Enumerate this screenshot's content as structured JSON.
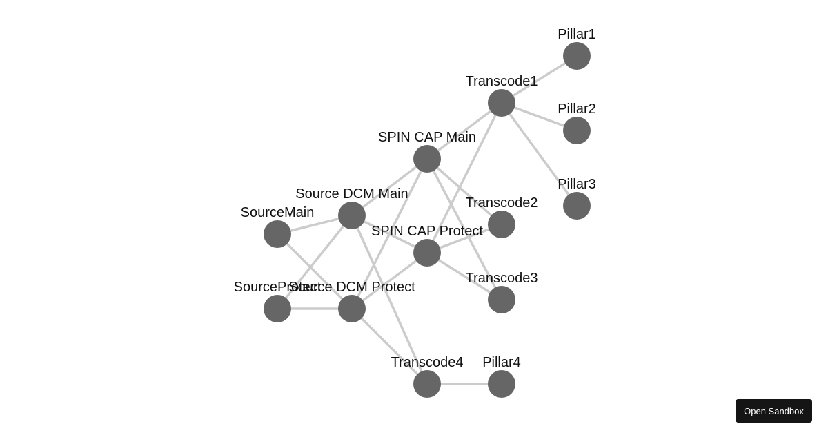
{
  "graph": {
    "colors": {
      "node": "#666666",
      "edge": "#cccccc",
      "label": "#111111"
    },
    "nodes": [
      {
        "id": "Pillar1",
        "label": "Pillar1"
      },
      {
        "id": "Transcode1",
        "label": "Transcode1"
      },
      {
        "id": "Pillar2",
        "label": "Pillar2"
      },
      {
        "id": "SPIN CAP Main",
        "label": "SPIN CAP Main"
      },
      {
        "id": "Pillar3",
        "label": "Pillar3"
      },
      {
        "id": "Source DCM Main",
        "label": "Source DCM Main"
      },
      {
        "id": "SourceMain",
        "label": "SourceMain"
      },
      {
        "id": "Transcode2",
        "label": "Transcode2"
      },
      {
        "id": "SPIN CAP Protect",
        "label": "SPIN CAP Protect"
      },
      {
        "id": "Transcode3",
        "label": "Transcode3"
      },
      {
        "id": "SourceProtect",
        "label": "SourceProtect"
      },
      {
        "id": "Source DCM Protect",
        "label": "Source DCM Protect"
      },
      {
        "id": "Transcode4",
        "label": "Transcode4"
      },
      {
        "id": "Pillar4",
        "label": "Pillar4"
      }
    ],
    "edges": [
      [
        "Transcode1",
        "Pillar1"
      ],
      [
        "Transcode1",
        "Pillar2"
      ],
      [
        "Transcode1",
        "Pillar3"
      ],
      [
        "SPIN CAP Main",
        "Transcode1"
      ],
      [
        "SPIN CAP Main",
        "Transcode2"
      ],
      [
        "SPIN CAP Main",
        "Transcode3"
      ],
      [
        "SPIN CAP Protect",
        "Transcode1"
      ],
      [
        "SPIN CAP Protect",
        "Transcode2"
      ],
      [
        "SPIN CAP Protect",
        "Transcode3"
      ],
      [
        "Source DCM Main",
        "SPIN CAP Main"
      ],
      [
        "Source DCM Main",
        "SPIN CAP Protect"
      ],
      [
        "Source DCM Protect",
        "SPIN CAP Main"
      ],
      [
        "Source DCM Protect",
        "SPIN CAP Protect"
      ],
      [
        "SourceMain",
        "Source DCM Main"
      ],
      [
        "SourceMain",
        "Source DCM Protect"
      ],
      [
        "SourceProtect",
        "Source DCM Main"
      ],
      [
        "SourceProtect",
        "Source DCM Protect"
      ],
      [
        "Source DCM Main",
        "Transcode4"
      ],
      [
        "Source DCM Protect",
        "Transcode4"
      ],
      [
        "Transcode4",
        "Pillar4"
      ]
    ]
  },
  "toolbar": {
    "sandbox_label": "Open Sandbox"
  }
}
